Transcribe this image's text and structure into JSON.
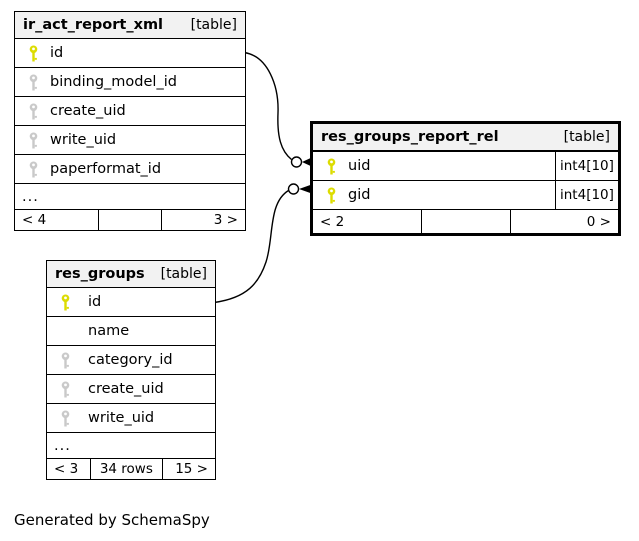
{
  "note": "Generated by SchemaSpy",
  "colors": {
    "header_bg": "#f2f2f2",
    "border": "#000000",
    "primary_key_icon": "#dcdc00",
    "foreign_key_icon": "#c9c9c9"
  },
  "icons": {
    "primary_key": "yellow-key-icon",
    "foreign_key": "gray-key-icon",
    "relation_optional": "open-circle-icon",
    "relation_direction": "solid-arrowhead-icon"
  },
  "tables": [
    {
      "name": "ir_act_report_xml",
      "tag": "[table]",
      "columns": [
        {
          "name": "id",
          "key": "primary"
        },
        {
          "name": "binding_model_id",
          "key": "foreign"
        },
        {
          "name": "create_uid",
          "key": "foreign"
        },
        {
          "name": "write_uid",
          "key": "foreign"
        },
        {
          "name": "paperformat_id",
          "key": "foreign"
        }
      ],
      "ellipsis": "...",
      "footer": {
        "left": "< 4",
        "center": "",
        "right": "3 >"
      }
    },
    {
      "name": "res_groups_report_rel",
      "tag": "[table]",
      "columns": [
        {
          "name": "uid",
          "key": "primary",
          "type": "int4[10]"
        },
        {
          "name": "gid",
          "key": "primary",
          "type": "int4[10]"
        }
      ],
      "footer": {
        "left": "< 2",
        "center": "",
        "right": "0 >"
      }
    },
    {
      "name": "res_groups",
      "tag": "[table]",
      "columns": [
        {
          "name": "id",
          "key": "primary"
        },
        {
          "name": "name",
          "key": "none"
        },
        {
          "name": "category_id",
          "key": "foreign"
        },
        {
          "name": "create_uid",
          "key": "foreign"
        },
        {
          "name": "write_uid",
          "key": "foreign"
        }
      ],
      "ellipsis": "...",
      "footer": {
        "left": "< 3",
        "center": "34 rows",
        "right": "15 >"
      }
    }
  ],
  "relationships": [
    {
      "from_table": "ir_act_report_xml",
      "from_column": "id",
      "to_table": "res_groups_report_rel",
      "to_column": "uid"
    },
    {
      "from_table": "res_groups",
      "from_column": "id",
      "to_table": "res_groups_report_rel",
      "to_column": "gid"
    }
  ]
}
